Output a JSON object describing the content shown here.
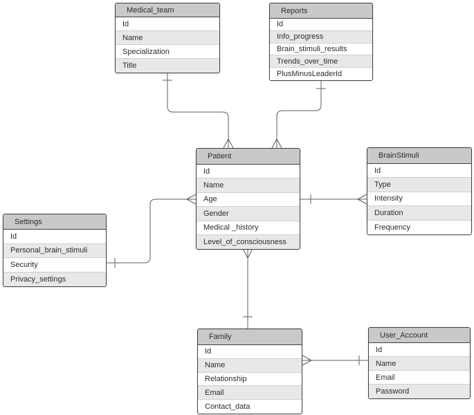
{
  "diagram": {
    "type": "entity-relationship",
    "notation": "crows-foot"
  },
  "entities": [
    {
      "id": "medical_team",
      "title": "Medical_team",
      "fields": [
        "Id",
        "Name",
        "Specialization",
        "Title"
      ]
    },
    {
      "id": "reports",
      "title": "Reports",
      "fields": [
        "Id",
        "Info_progress",
        "Brain_stimuli_results",
        "Trends_over_time",
        "PlusMinusLeaderId"
      ]
    },
    {
      "id": "patient",
      "title": "Patient",
      "fields": [
        "Id",
        "Name",
        "Age",
        "Gender",
        "Medical _history",
        "Level_of_consciousness"
      ]
    },
    {
      "id": "brainstimuli",
      "title": "BrainStimuli",
      "fields": [
        "Id",
        "Type",
        "Intensity",
        "Duration",
        "Frequency"
      ]
    },
    {
      "id": "settings",
      "title": "Settings",
      "fields": [
        "Id",
        "Personal_brain_stimuli",
        "Security",
        "Privacy_settings"
      ]
    },
    {
      "id": "family",
      "title": "Family",
      "fields": [
        "Id",
        "Name",
        "Relationship",
        "Email",
        "Contact_data"
      ]
    },
    {
      "id": "user_account",
      "title": "User_Account",
      "fields": [
        "Id",
        "Name",
        "Email",
        "Password"
      ]
    }
  ],
  "relationships": [
    {
      "from": "Medical_team",
      "to": "Patient",
      "from_cardinality": "one",
      "to_cardinality": "many"
    },
    {
      "from": "Reports",
      "to": "Patient",
      "from_cardinality": "one",
      "to_cardinality": "many"
    },
    {
      "from": "Settings",
      "to": "Patient",
      "from_cardinality": "one",
      "to_cardinality": "many"
    },
    {
      "from": "Patient",
      "to": "BrainStimuli",
      "from_cardinality": "one",
      "to_cardinality": "many"
    },
    {
      "from": "Family",
      "to": "Patient",
      "from_cardinality": "one",
      "to_cardinality": "many"
    },
    {
      "from": "User_Account",
      "to": "Family",
      "from_cardinality": "one",
      "to_cardinality": "many"
    }
  ],
  "colors": {
    "header_fill": "#c9c9c9",
    "row_fill": "#ffffff",
    "row_alt_fill": "#e8e8e8",
    "border": "#3f3f3f",
    "connector": "#5c5c5c",
    "text": "#2b2b2b",
    "background": "#ffffff"
  }
}
